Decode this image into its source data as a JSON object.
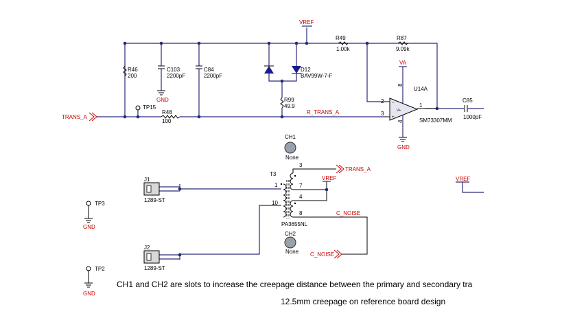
{
  "nets": {
    "vref_top": "VREF",
    "vref_t3": "VREF",
    "vref_right": "VREF",
    "trans_a_in": "TRANS_A",
    "trans_a_out": "TRANS_A",
    "r_trans_a": "R_TRANS_A",
    "c_noise_net": "C_NOISE",
    "c_noise_port": "C_NOISE",
    "va": "VA",
    "gnd": "GND"
  },
  "components": {
    "r46": {
      "ref": "R46",
      "value": "200"
    },
    "c103": {
      "ref": "C103",
      "value": "2200pF"
    },
    "c84": {
      "ref": "C84",
      "value": "2200pF"
    },
    "d12": {
      "ref": "D12",
      "value": "BAV99W-7-F"
    },
    "r49": {
      "ref": "R49",
      "value": "1.00k"
    },
    "r87": {
      "ref": "R87",
      "value": "9.09k"
    },
    "r99": {
      "ref": "R99",
      "value": "49.9"
    },
    "r48": {
      "ref": "R48",
      "value": "100"
    },
    "tp15": {
      "ref": "TP15"
    },
    "tp3": {
      "ref": "TP3"
    },
    "tp2": {
      "ref": "TP2"
    },
    "u14a": {
      "ref": "U14A",
      "value": "SM73307MM",
      "pins": [
        "8",
        "2",
        "3",
        "1",
        "4"
      ]
    },
    "c85": {
      "ref": "C85",
      "value": "1000pF"
    },
    "ch1": {
      "ref": "CH1",
      "value": "None"
    },
    "ch2": {
      "ref": "CH2",
      "value": "None"
    },
    "t3": {
      "ref": "T3",
      "value": "PA3655NL",
      "pins": [
        "1",
        "10",
        "3",
        "7",
        "4",
        "8"
      ]
    },
    "j1": {
      "ref": "J1",
      "value": "1289-ST"
    },
    "j2": {
      "ref": "J2",
      "value": "1289-ST"
    }
  },
  "notes": {
    "line1": "CH1 and CH2 are slots to increase the creepage distance between the primary and secondary tra",
    "line2": "12.5mm creepage on reference board design"
  }
}
